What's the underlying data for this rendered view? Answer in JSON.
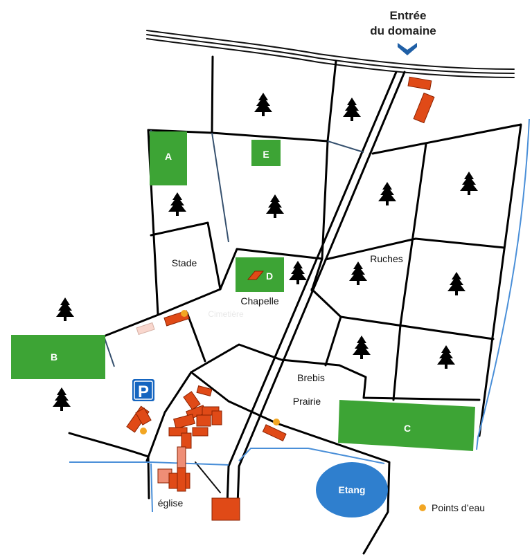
{
  "entrance": {
    "line1": "Entrée",
    "line2": "du domaine"
  },
  "places": {
    "stade": "Stade",
    "ruches": "Ruches",
    "chapelle": "Chapelle",
    "cimetiere": "Cimetière",
    "brebis": "Brebis",
    "prairie": "Prairie",
    "eglise": "église",
    "etang": "Etang"
  },
  "zones": {
    "a": "A",
    "b": "B",
    "c": "C",
    "d": "D",
    "e": "E"
  },
  "parking": "P",
  "legend": {
    "water_points": "Points d’eau"
  },
  "colors": {
    "zone": "#3da435",
    "building": "#e04a17",
    "water_point": "#f2a623",
    "pond": "#2f7fce",
    "stream": "#4a8fd8",
    "parking": "#1565c0",
    "tree": "#2e9e3e"
  }
}
